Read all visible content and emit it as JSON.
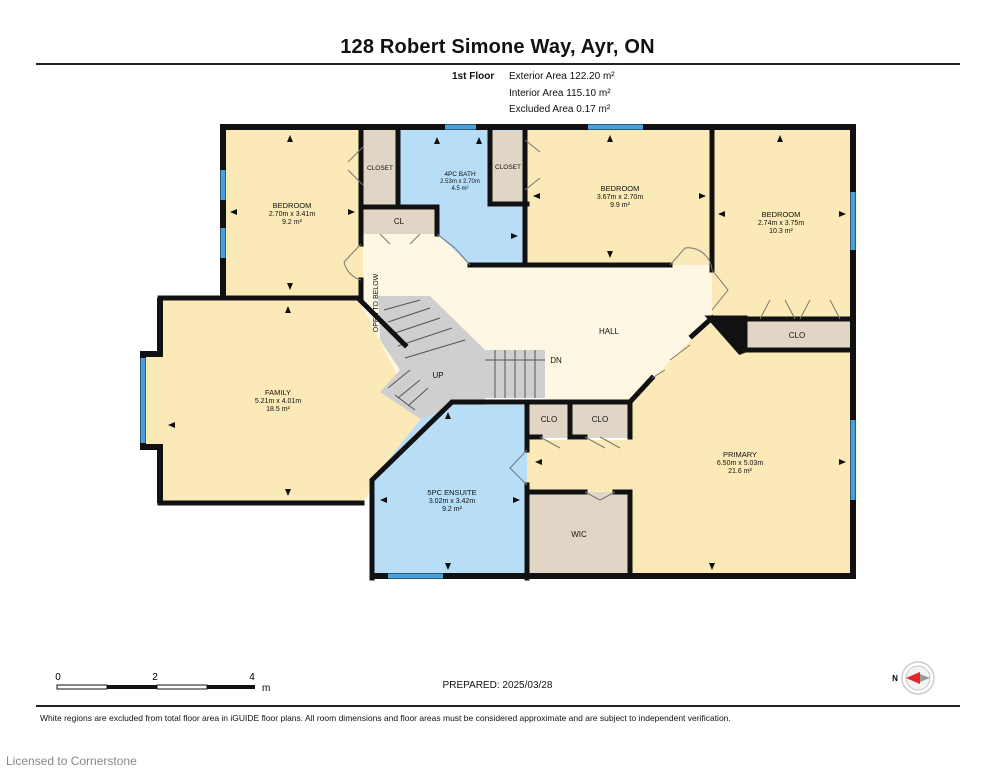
{
  "header": {
    "title": "128 Robert Simone Way, Ayr, ON",
    "floor_label": "1st Floor",
    "exterior_area": "Exterior Area 122.20 m²",
    "interior_area": "Interior Area 115.10 m²",
    "excluded_area": "Excluded Area 0.17 m²"
  },
  "rooms": {
    "bedroom_left": {
      "name": "BEDROOM",
      "dims": "2.70m x 3.41m",
      "area": "9.2 m²"
    },
    "closet_left": {
      "name": "CLOSET"
    },
    "bath": {
      "name": "4PC BATH",
      "dims": "2.53m x 2.70m",
      "area": "4.5 m²"
    },
    "closet_mid": {
      "name": "CLOSET"
    },
    "bedroom_mid": {
      "name": "BEDROOM",
      "dims": "3.67m x 2.70m",
      "area": "9.9 m²"
    },
    "bedroom_right": {
      "name": "BEDROOM",
      "dims": "2.74m x 3.75m",
      "area": "10.3 m²"
    },
    "cl": {
      "name": "CL"
    },
    "clo_right": {
      "name": "CLO"
    },
    "open_to_below": {
      "name": "OPEN TO BELOW"
    },
    "hall": {
      "name": "HALL"
    },
    "family": {
      "name": "FAMILY",
      "dims": "5.21m x 4.01m",
      "area": "18.5 m²"
    },
    "up": {
      "name": "UP"
    },
    "dn": {
      "name": "DN"
    },
    "clo_a": {
      "name": "CLO"
    },
    "clo_b": {
      "name": "CLO"
    },
    "ensuite": {
      "name": "5PC ENSUITE",
      "dims": "3.02m x 3.42m",
      "area": "9.2 m²"
    },
    "wic": {
      "name": "WIC"
    },
    "primary": {
      "name": "PRIMARY",
      "dims": "6.50m x 5.03m",
      "area": "21.6 m²"
    }
  },
  "colors": {
    "bedroom": "#fbe9b7",
    "bath": "#b7ddf7",
    "closet": "#e1d6c6",
    "hall": "#fdf7e4",
    "stairs": "#cfcfcf",
    "wall": "#111111",
    "window": "#4aa0d8",
    "compass_arrow": "#e0242c"
  },
  "scale": {
    "labels": [
      "0",
      "2",
      "4"
    ],
    "unit": "m"
  },
  "compass": {
    "label": "N"
  },
  "footer": {
    "prepared": "PREPARED: 2025/03/28",
    "note": "White regions are excluded from total floor area in iGUIDE floor plans. All room dimensions and floor areas must be considered approximate and are subject to independent verification.",
    "licensed": "Licensed to Cornerstone"
  }
}
